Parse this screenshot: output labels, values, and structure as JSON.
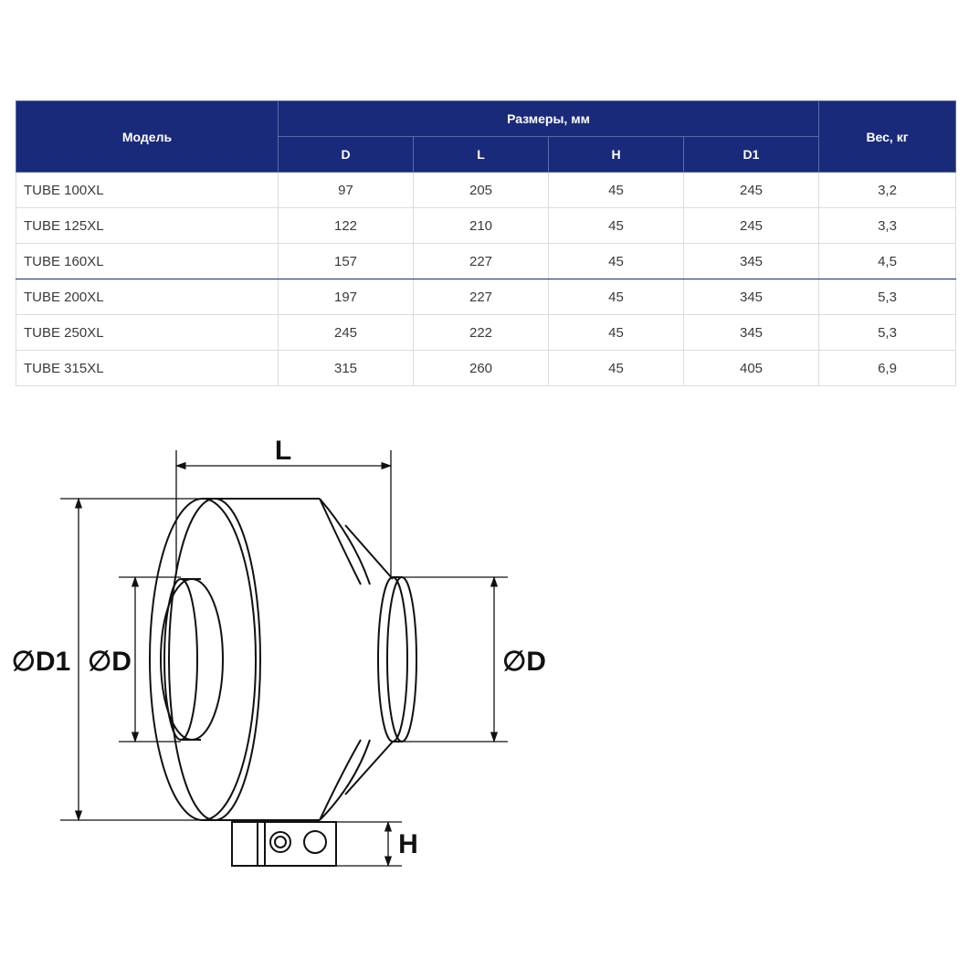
{
  "table": {
    "header_model": "Модель",
    "header_dimensions": "Размеры, мм",
    "header_weight": "Вес, кг",
    "subheaders": [
      "D",
      "L",
      "H",
      "D1"
    ],
    "rows": [
      {
        "model": "TUBE 100XL",
        "D": "97",
        "L": "205",
        "H": "45",
        "D1": "245",
        "weight": "3,2"
      },
      {
        "model": "TUBE 125XL",
        "D": "122",
        "L": "210",
        "H": "45",
        "D1": "245",
        "weight": "3,3"
      },
      {
        "model": "TUBE 160XL",
        "D": "157",
        "L": "227",
        "H": "45",
        "D1": "345",
        "weight": "4,5"
      },
      {
        "model": "TUBE 200XL",
        "D": "197",
        "L": "227",
        "H": "45",
        "D1": "345",
        "weight": "5,3"
      },
      {
        "model": "TUBE 250XL",
        "D": "245",
        "L": "222",
        "H": "45",
        "D1": "345",
        "weight": "5,3"
      },
      {
        "model": "TUBE 315XL",
        "D": "315",
        "L": "260",
        "H": "45",
        "D1": "405",
        "weight": "6,9"
      }
    ]
  },
  "drawing": {
    "label_L": "L",
    "label_D1": "∅D1",
    "label_D_left": "∅D",
    "label_D_right": "∅D",
    "label_H": "H"
  }
}
